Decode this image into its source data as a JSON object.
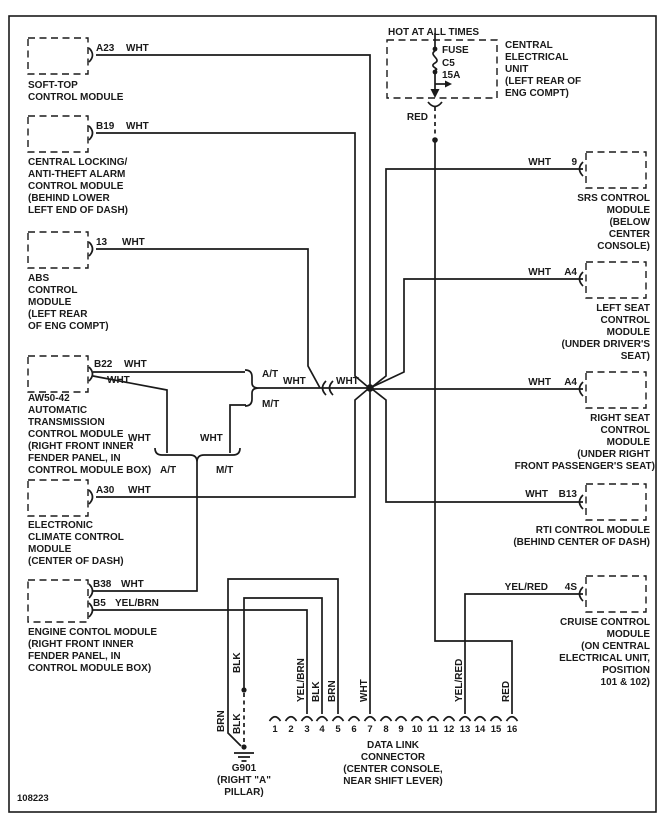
{
  "diagram": {
    "sheet_id": "108223",
    "power": {
      "header": "HOT AT ALL TIMES",
      "fuse": {
        "label": "FUSE",
        "id": "C5",
        "amps": "15A"
      },
      "ceu_lines": [
        "CENTRAL",
        "ELECTRICAL",
        "UNIT",
        "(LEFT REAR OF",
        "ENG COMPT)"
      ],
      "wire": "RED"
    },
    "modules_left": [
      {
        "pin": "A23",
        "wire": "WHT",
        "lines": [
          "SOFT-TOP",
          "CONTROL MODULE"
        ]
      },
      {
        "pin": "B19",
        "wire": "WHT",
        "lines": [
          "CENTRAL LOCKING/",
          "ANTI-THEFT ALARM",
          "CONTROL MODULE",
          "(BEHIND LOWER",
          "LEFT END OF DASH)"
        ]
      },
      {
        "pin": "13",
        "wire": "WHT",
        "lines": [
          "ABS",
          "CONTROL",
          "MODULE",
          "(LEFT REAR",
          "OF ENG COMPT)"
        ]
      },
      {
        "pin": "B22",
        "wire": "WHT",
        "wire2": "WHT",
        "lines": [
          "AW50-42",
          "AUTOMATIC",
          "TRANSMISSION",
          "CONTROL MODULE",
          "(RIGHT FRONT INNER",
          "FENDER PANEL, IN",
          "CONTROL MODULE BOX)"
        ]
      },
      {
        "pin": "A30",
        "wire": "WHT",
        "lines": [
          "ELECTRONIC",
          "CLIMATE CONTROL",
          "MODULE",
          "(CENTER OF DASH)"
        ]
      },
      {
        "pin": "B38",
        "wire": "WHT",
        "pin2": "B5",
        "wire2": "YEL/BRN",
        "lines": [
          "ENGINE CONTOL MODULE",
          "(RIGHT FRONT INNER",
          "FENDER PANEL, IN",
          "CONTROL MODULE BOX)"
        ]
      }
    ],
    "trans_branch": {
      "at_right": "A/T",
      "mt_right": "M/T",
      "wht_at": "WHT",
      "wht_mt": "WHT",
      "at_bottom": "A/T",
      "mt_bottom": "M/T",
      "bus_wht_left": "WHT",
      "bus_wht_right": "WHT"
    },
    "modules_right": [
      {
        "wire": "WHT",
        "pin": "9",
        "lines": [
          "SRS CONTROL",
          "MODULE",
          "(BELOW",
          "CENTER",
          "CONSOLE)"
        ]
      },
      {
        "wire": "WHT",
        "pin": "A4",
        "lines": [
          "LEFT SEAT",
          "CONTROL",
          "MODULE",
          "(UNDER DRIVER'S",
          "SEAT)"
        ]
      },
      {
        "wire": "WHT",
        "pin": "A4",
        "lines": [
          "RIGHT SEAT",
          "CONTROL",
          "MODULE",
          "(UNDER RIGHT",
          "FRONT PASSENGER'S SEAT)"
        ]
      },
      {
        "wire": "WHT",
        "pin": "B13",
        "lines": [
          "RTI CONTROL MODULE",
          "(BEHIND CENTER OF DASH)"
        ]
      },
      {
        "wire": "YEL/RED",
        "pin": "4S",
        "lines": [
          "CRUISE CONTROL",
          "MODULE",
          "(ON CENTRAL",
          "ELECTRICAL UNIT,",
          "POSITION",
          "101 & 102)"
        ]
      }
    ],
    "ground": {
      "wire_blk_upper": "BLK",
      "wire_brn": "BRN",
      "wire_blk_lower": "BLK",
      "lines": [
        "G901",
        "(RIGHT \"A\"",
        "PILLAR)"
      ]
    },
    "dlc": {
      "pins": [
        "1",
        "2",
        "3",
        "4",
        "5",
        "6",
        "7",
        "8",
        "9",
        "10",
        "11",
        "12",
        "13",
        "14",
        "15",
        "16"
      ],
      "wires": {
        "p3": "YEL/BRN",
        "p4": "BLK",
        "p5": "BRN",
        "p7": "WHT",
        "p13": "YEL/RED",
        "p16": "RED"
      },
      "lines": [
        "DATA LINK",
        "CONNECTOR",
        "(CENTER CONSOLE,",
        "NEAR SHIFT LEVER)"
      ]
    }
  }
}
